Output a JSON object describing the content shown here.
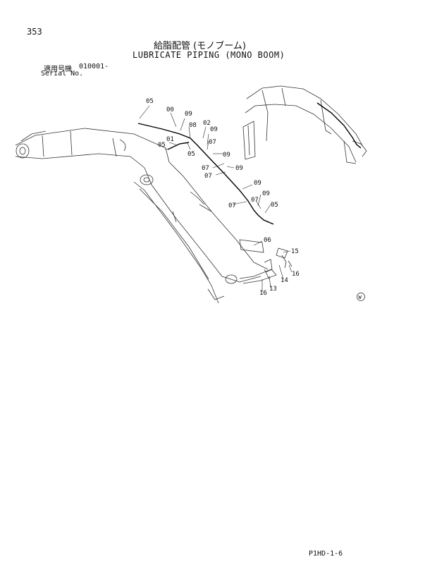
{
  "header": {
    "page_number": "353",
    "title_jp": "給脂配管 (モノブーム)",
    "title_en": "LUBRICATE PIPING (MONO BOOM)",
    "serial_label_jp": "適用号機",
    "serial_range": "010001-",
    "serial_label_en": "Serial No."
  },
  "callouts": [
    {
      "id": "c1",
      "text": "05"
    },
    {
      "id": "c2",
      "text": "00"
    },
    {
      "id": "c3",
      "text": "09"
    },
    {
      "id": "c4",
      "text": "08"
    },
    {
      "id": "c5",
      "text": "02"
    },
    {
      "id": "c6",
      "text": "09"
    },
    {
      "id": "c7",
      "text": "01"
    },
    {
      "id": "c8",
      "text": "05"
    },
    {
      "id": "c9",
      "text": "05"
    },
    {
      "id": "c10",
      "text": "07"
    },
    {
      "id": "c11",
      "text": "09"
    },
    {
      "id": "c12",
      "text": "07"
    },
    {
      "id": "c13",
      "text": "07"
    },
    {
      "id": "c14",
      "text": "09"
    },
    {
      "id": "c15",
      "text": "09"
    },
    {
      "id": "c16",
      "text": "09"
    },
    {
      "id": "c17",
      "text": "07"
    },
    {
      "id": "c18",
      "text": "07"
    },
    {
      "id": "c19",
      "text": "05"
    },
    {
      "id": "c20",
      "text": "06"
    },
    {
      "id": "c21",
      "text": "15"
    },
    {
      "id": "c22",
      "text": "16"
    },
    {
      "id": "c23",
      "text": "14"
    },
    {
      "id": "c24",
      "text": "13"
    },
    {
      "id": "c25",
      "text": "16"
    }
  ],
  "mark": "W",
  "footer": {
    "code": "P1HD-1-6"
  }
}
